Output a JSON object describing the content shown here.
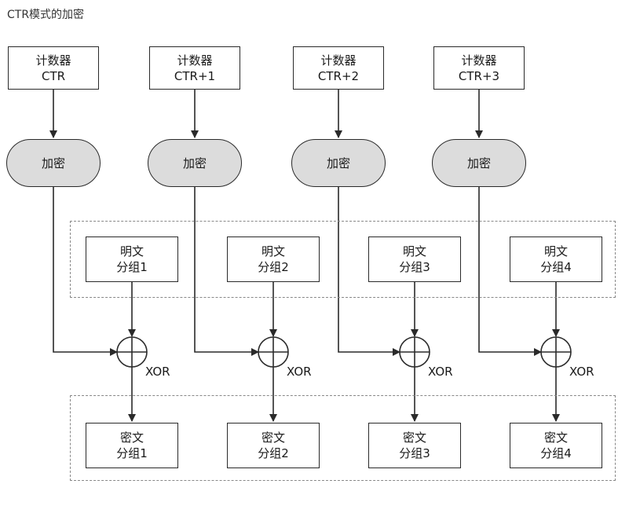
{
  "title": "CTR模式的加密",
  "counters": [
    {
      "line1": "计数器",
      "line2": "CTR"
    },
    {
      "line1": "计数器",
      "line2": "CTR+1"
    },
    {
      "line1": "计数器",
      "line2": "CTR+2"
    },
    {
      "line1": "计数器",
      "line2": "CTR+3"
    }
  ],
  "encrypt_label": "加密",
  "plaintext_blocks": [
    {
      "line1": "明文",
      "line2": "分组1"
    },
    {
      "line1": "明文",
      "line2": "分组2"
    },
    {
      "line1": "明文",
      "line2": "分组3"
    },
    {
      "line1": "明文",
      "line2": "分组4"
    }
  ],
  "xor_label": "XOR",
  "ciphertext_blocks": [
    {
      "line1": "密文",
      "line2": "分组1"
    },
    {
      "line1": "密文",
      "line2": "分组2"
    },
    {
      "line1": "密文",
      "line2": "分组3"
    },
    {
      "line1": "密文",
      "line2": "分组4"
    }
  ]
}
